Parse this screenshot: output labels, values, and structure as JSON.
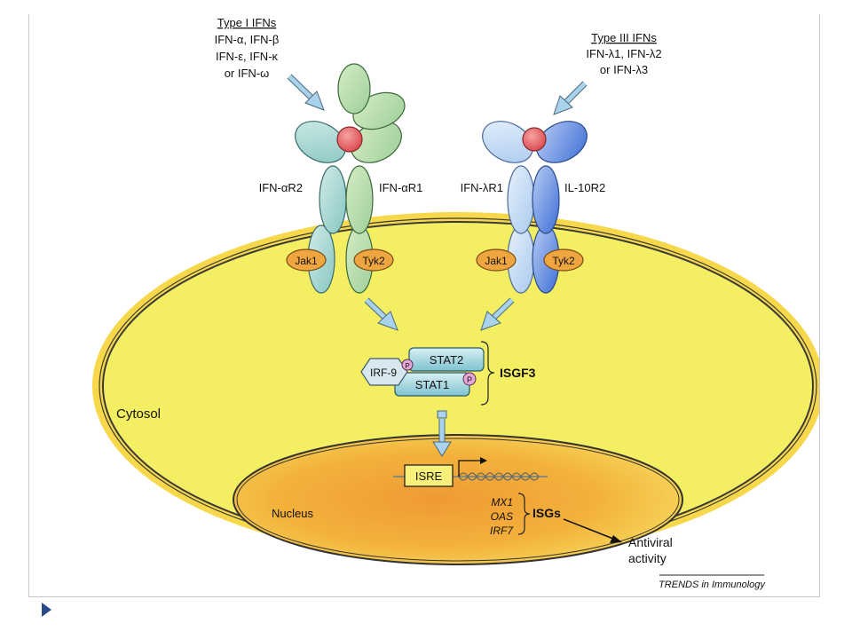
{
  "type1": {
    "title": "Type I IFNs",
    "line1": "IFN-α, IFN-β",
    "line2": "IFN-ε, IFN-κ",
    "line3": "or IFN-ω",
    "receptor_left": "IFN-αR2",
    "receptor_right": "IFN-αR1",
    "kinase_left": "Jak1",
    "kinase_right": "Tyk2"
  },
  "type3": {
    "title": "Type III IFNs",
    "line1": "IFN-λ1, IFN-λ2",
    "line2": "or IFN-λ3",
    "receptor_left": "IFN-λR1",
    "receptor_right": "IL-10R2",
    "kinase_left": "Jak1",
    "kinase_right": "Tyk2"
  },
  "complex": {
    "irf9": "IRF-9",
    "stat2": "STAT2",
    "stat1": "STAT1",
    "phospho": "P",
    "name": "ISGF3"
  },
  "cell": {
    "cytosol": "Cytosol",
    "nucleus": "Nucleus",
    "isre": "ISRE",
    "genes": [
      "MX1",
      "OAS",
      "IRF7"
    ],
    "isgs": "ISGs",
    "outcome_line1": "Antiviral",
    "outcome_line2": "activity"
  },
  "credit": "TRENDS in Immunology",
  "colors": {
    "cell_fill": "#f4ee63",
    "nucleus_core": "#f2a43a",
    "receptor_green": "#bfe0b0",
    "receptor_teal": "#9fd3cf",
    "receptor_blue": "#5f8fe0",
    "ligand_red": "#e0565a",
    "kinase_orange": "#f0a640",
    "arrow_blue": "#a9d2ec",
    "slide_bullet": "#2b4a8a"
  }
}
